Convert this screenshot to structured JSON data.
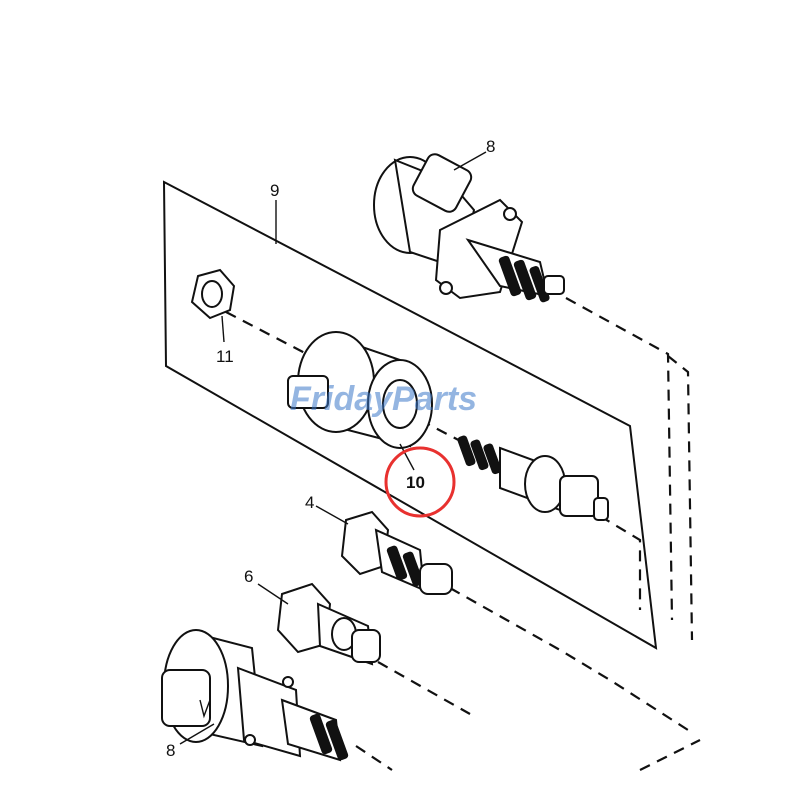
{
  "callouts": {
    "c8_top": "8",
    "c9": "9",
    "c11": "11",
    "c10": "10",
    "c4": "4",
    "c6": "6",
    "c8_bottom": "8"
  },
  "watermark": "FridayParts",
  "colors": {
    "highlight_circle": "#e8312f",
    "watermark": "#3d78c9",
    "line": "#111111"
  }
}
